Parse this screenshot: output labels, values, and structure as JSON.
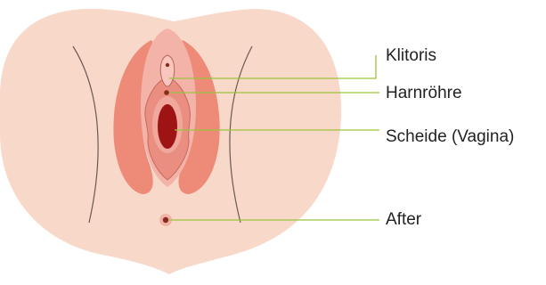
{
  "labels": {
    "klitoris": "Klitoris",
    "harnroehre": "Harnröhre",
    "scheide": "Scheide (Vagina)",
    "after": "After"
  },
  "colors": {
    "skin": "#f8d8c8",
    "skin_line": "#6b5a52",
    "outer_labia": "#ee8a78",
    "inner_area": "#f4b3a8",
    "inner_labia": "#e98e80",
    "inner_labia_edge": "#c96a5e",
    "vaginal_opening": "#9e1414",
    "dots": "#8a2a1f",
    "leader_lines": "#9ac33c"
  }
}
